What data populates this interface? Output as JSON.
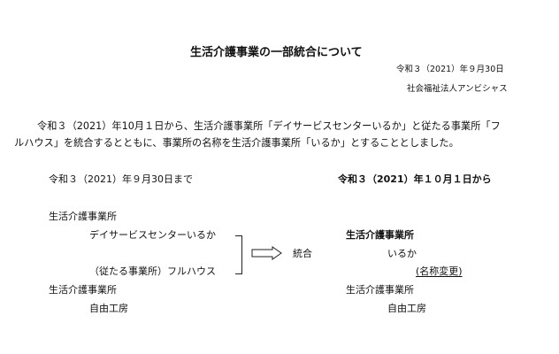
{
  "doc": {
    "title": "生活介護事業の一部統合について",
    "date": "令和３（2021）年９月30日",
    "org": "社会福祉法人アンビシャス",
    "para_line1": "令和３（2021）年10月１日から、生活介護事業所「デイサービスセンターいるか」と従たる事業所「フ",
    "para_line2": "ルハウス」を統合するとともに、事業所の名称を生活介護事業所「いるか」とすることとしました。"
  },
  "before": {
    "heading": "令和３（2021）年９月30日まで",
    "group1_label": "生活介護事業所",
    "main_office": "デイサービスセンターいるか",
    "sub_office": "（従たる事業所）フルハウス",
    "group2_label": "生活介護事業所",
    "group2_name": "自由工房"
  },
  "transition": {
    "label": "統合"
  },
  "after": {
    "heading": "令和３（2021）年１０月１日から",
    "group1_label": "生活介護事業所",
    "group1_name": "いるか",
    "rename_note": "(名称変更)",
    "group2_label": "生活介護事業所",
    "group2_name": "自由工房"
  }
}
